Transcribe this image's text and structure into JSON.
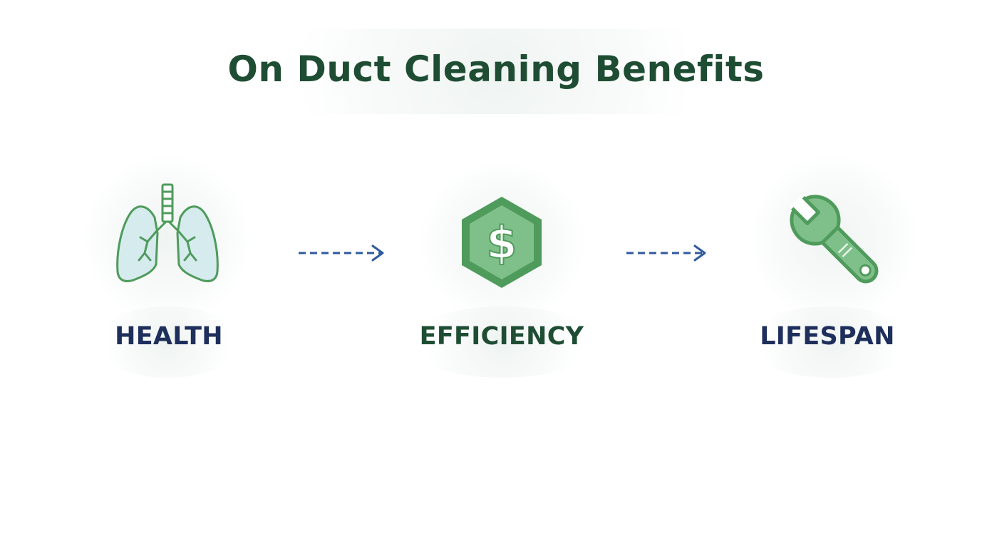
{
  "title": "On Duct Cleaning Benefits",
  "colors": {
    "title": "#1e4d33",
    "label_navy": "#1e2f5c",
    "label_green": "#1e4d33",
    "icon_green": "#4f9b5c",
    "icon_fill_green": "#7fc08a",
    "lung_fill": "#d6ebee",
    "arrow_blue": "#2f5a9e"
  },
  "steps": [
    {
      "label": "HEALTH",
      "icon": "lungs-icon"
    },
    {
      "label": "EFFICIENCY",
      "icon": "dollar-hexagon-icon"
    },
    {
      "label": "LIFESPAN",
      "icon": "wrench-icon"
    }
  ],
  "connectors": [
    {
      "from": "HEALTH",
      "to": "EFFICIENCY",
      "style": "dashed-arrow"
    },
    {
      "from": "EFFICIENCY",
      "to": "LIFESPAN",
      "style": "dashed-arrow"
    }
  ]
}
